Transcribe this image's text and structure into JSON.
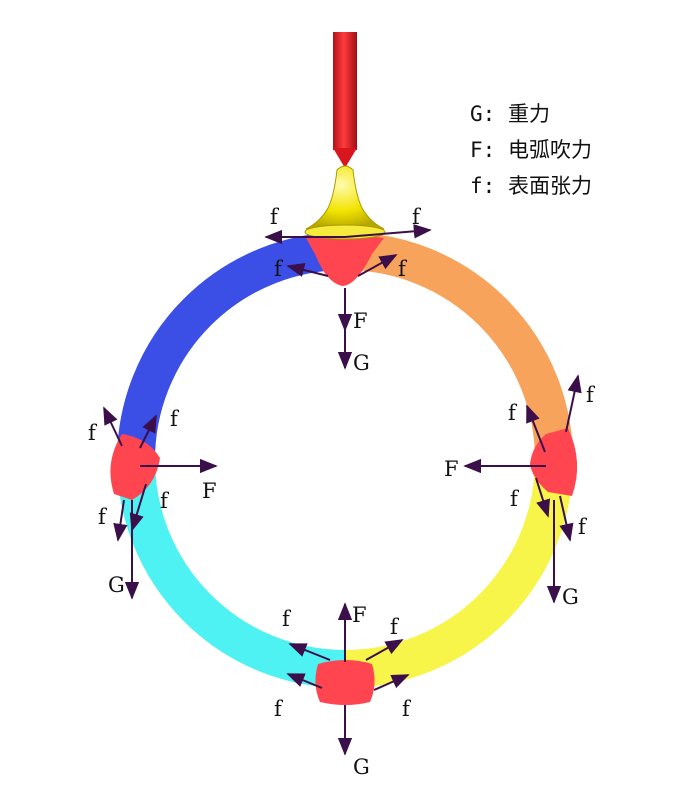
{
  "legend": [
    {
      "key": "G",
      "sep": ": ",
      "text": "重力"
    },
    {
      "key": "F",
      "sep": ": ",
      "text": "电弧吹力"
    },
    {
      "key": "f",
      "sep": ": ",
      "text": "表面张力"
    }
  ],
  "labels": {
    "f": "f",
    "F": "F",
    "G": "G"
  },
  "colors": {
    "electrode": "#e01c24",
    "arc": "#f2e400",
    "pool": "#ff4650",
    "ring_top_left": "#3b4fe6",
    "ring_top_right": "#f7a35c",
    "ring_bottom_left": "#4ff2f2",
    "ring_bottom_right": "#f7f54a",
    "arrow": "#3a0f4a"
  }
}
